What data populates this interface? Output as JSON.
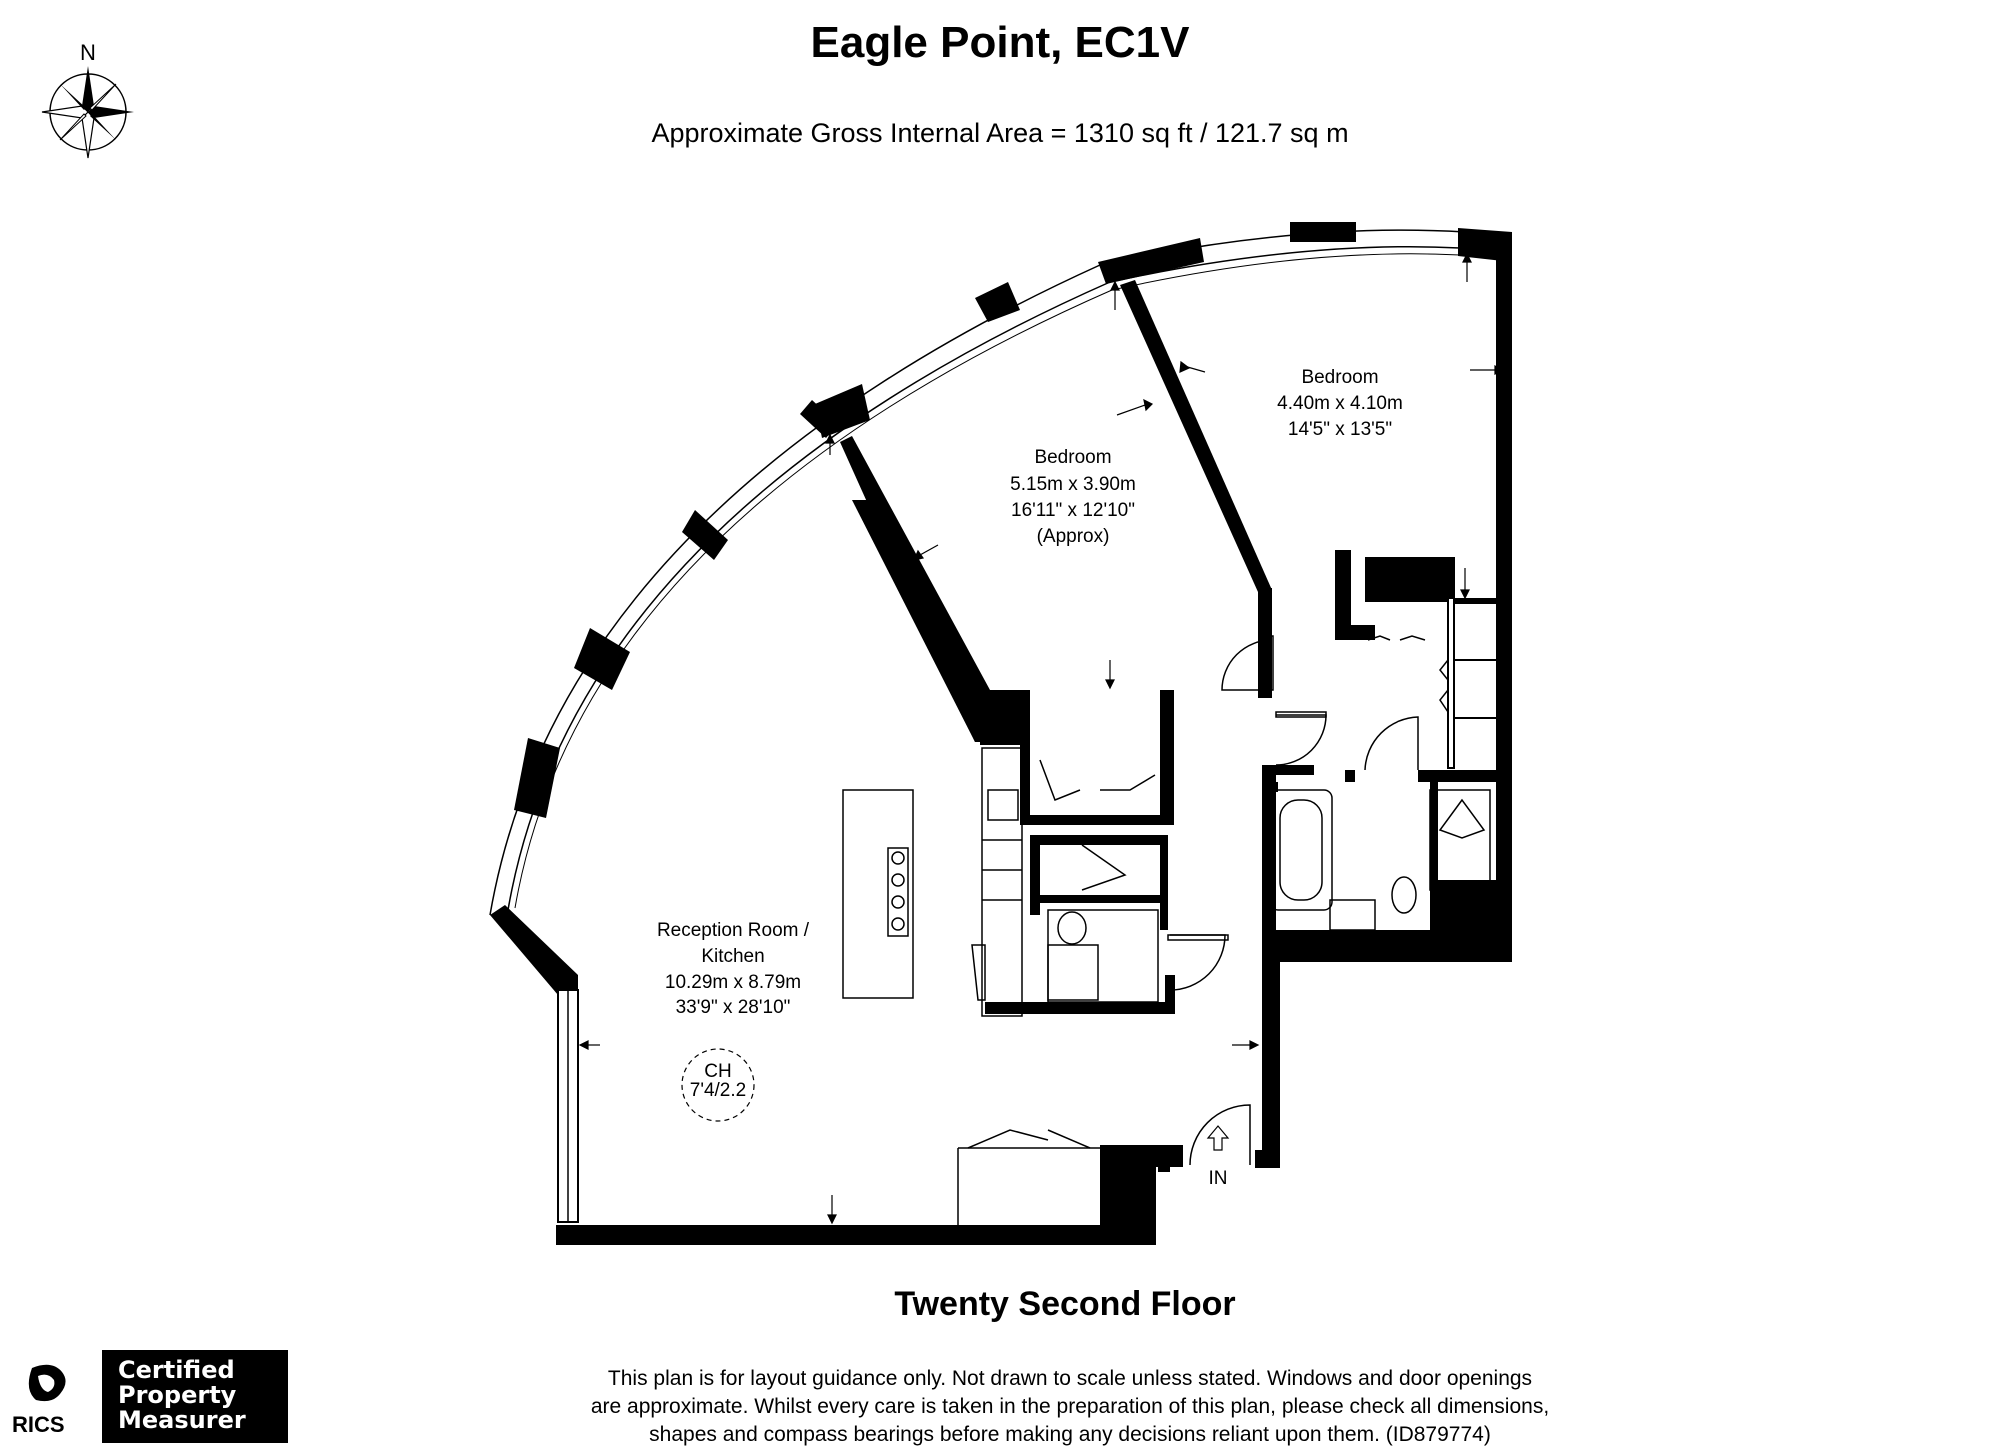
{
  "header": {
    "title": "Eagle Point, EC1V",
    "subtitle": "Approximate Gross Internal Area = 1310 sq ft / 121.7 sq m"
  },
  "compass": {
    "label": "N",
    "icon": "compass-rose-icon"
  },
  "rooms": {
    "bedroom2": {
      "name": "Bedroom",
      "metric": "5.15m x 3.90m",
      "imperial": "16'11\" x 12'10\"",
      "note": "(Approx)"
    },
    "bedroom1": {
      "name": "Bedroom",
      "metric": "4.40m x 4.10m",
      "imperial": "14'5\" x 13'5\""
    },
    "reception": {
      "name_line1": "Reception Room /",
      "name_line2": "Kitchen",
      "metric": "10.29m x 8.79m",
      "imperial": "33'9\" x 28'10\""
    },
    "ceiling_height": {
      "label": "CH",
      "value": "7'4/2.2"
    }
  },
  "entrance": {
    "label": "IN"
  },
  "floor": {
    "label": "Twenty Second Floor"
  },
  "footer": {
    "disclaimer_lines": [
      "This plan is for layout guidance only. Not drawn to scale unless stated. Windows and door openings",
      "are approximate. Whilst every care is taken in the preparation of this plan, please check all dimensions,",
      "shapes and compass bearings before making any decisions reliant upon them. (ID879774)"
    ],
    "rics_text": "RICS",
    "cert_lines": [
      "Certified",
      "Property",
      "Measurer"
    ]
  },
  "colors": {
    "wall": "#000000",
    "background": "#ffffff",
    "fixture_stroke": "#000000"
  }
}
